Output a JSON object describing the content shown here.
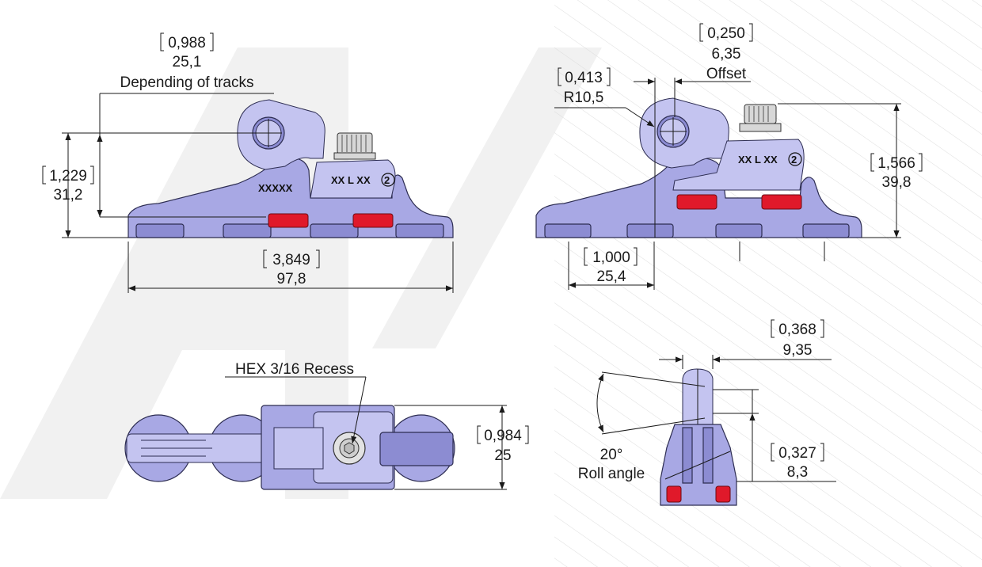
{
  "side_view": {
    "width_in": "0,988",
    "width_mm": "25,1",
    "width_note": "Depending of tracks",
    "height_in": "1,229",
    "height_mm": "31,2",
    "length_in": "3,849",
    "length_mm": "97,8",
    "marking_left": "XXXXX",
    "marking_right": "XX L XX",
    "marking_num": "2"
  },
  "offset_view": {
    "offset_in": "0,250",
    "offset_mm": "6,35",
    "offset_label": "Offset",
    "radius_in": "0,413",
    "radius_mm": "R10,5",
    "height_in": "1,566",
    "height_mm": "39,8",
    "pitch_in": "1,000",
    "pitch_mm": "25,4",
    "marking_right": "XX L XX",
    "marking_num": "2"
  },
  "top_view": {
    "recess_label": "HEX 3/16 Recess",
    "width_in": "0,984",
    "width_mm": "25"
  },
  "end_view": {
    "top_in": "0,368",
    "top_mm": "9,35",
    "angle": "20°",
    "angle_label": "Roll angle",
    "low_in": "0,327",
    "low_mm": "8,3"
  },
  "colors": {
    "part_fill": "#a8a8e4",
    "stopper_red": "#e0192a",
    "watermark_gray": "#f0f0f0"
  }
}
